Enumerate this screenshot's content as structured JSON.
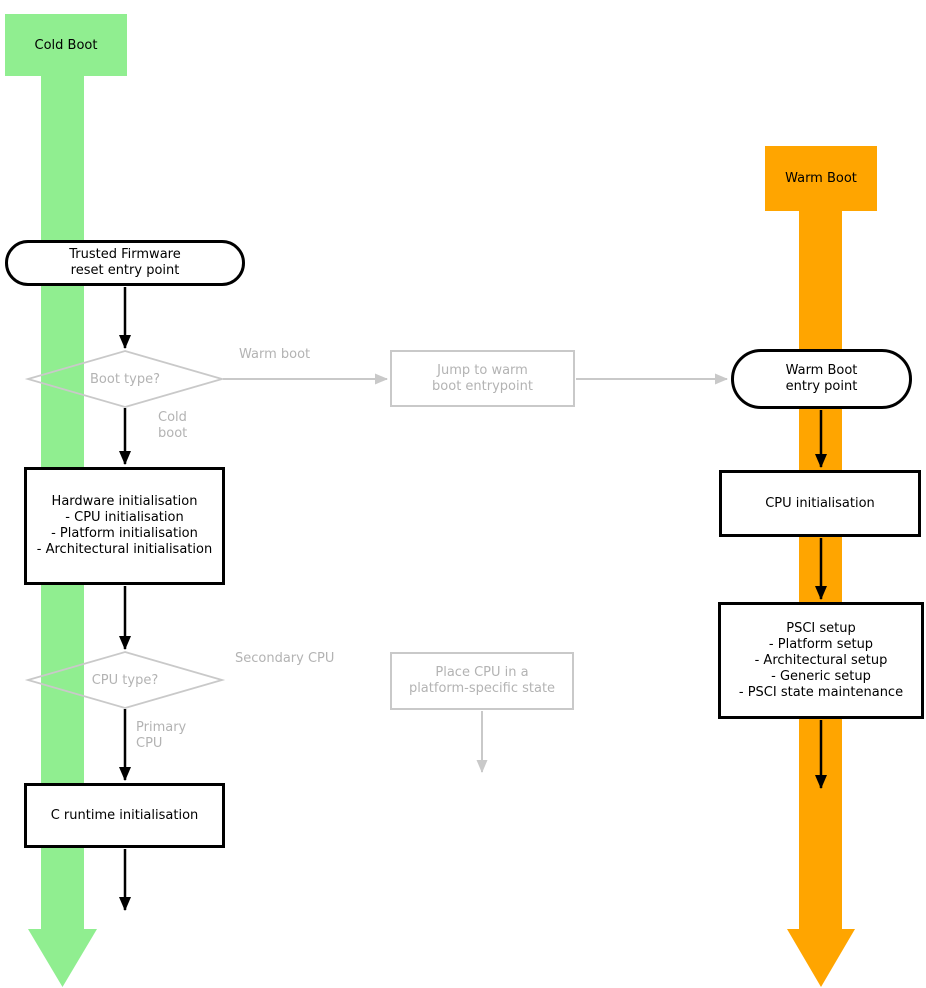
{
  "colors": {
    "cold_boot_green": "#90EE90",
    "warm_boot_orange": "#FFA500",
    "inactive_stroke": "#c9c9c9",
    "inactive_text": "#b3b3b3",
    "active_stroke": "#000000",
    "node_fill": "#ffffff"
  },
  "lanes": {
    "cold": {
      "label": "Cold Boot"
    },
    "warm": {
      "label": "Warm Boot"
    }
  },
  "nodes": {
    "reset_entry": {
      "lines": [
        "Trusted Firmware",
        "reset entry point"
      ]
    },
    "boot_type": {
      "label": "Boot type?"
    },
    "jump_warm": {
      "lines": [
        "Jump to warm",
        "boot entrypoint"
      ]
    },
    "warm_entry": {
      "lines": [
        "Warm Boot",
        "entry point"
      ]
    },
    "hardware_init": {
      "lines": [
        "Hardware initialisation",
        "- CPU initialisation",
        "- Platform initialisation",
        "- Architectural initialisation"
      ]
    },
    "cpu_type": {
      "label": "CPU type?"
    },
    "place_cpu": {
      "lines": [
        "Place CPU in a",
        "platform-specific state"
      ]
    },
    "c_runtime": {
      "label": "C runtime initialisation"
    },
    "cpu_init": {
      "label": "CPU initialisation"
    },
    "psci_setup": {
      "lines": [
        "PSCI setup",
        "- Platform setup",
        "- Architectural setup",
        "- Generic setup",
        "- PSCI state maintenance"
      ]
    }
  },
  "edge_labels": {
    "warm_boot": "Warm boot",
    "cold_boot": "Cold boot",
    "secondary_cpu": "Secondary CPU",
    "primary_cpu": "Primary CPU"
  }
}
